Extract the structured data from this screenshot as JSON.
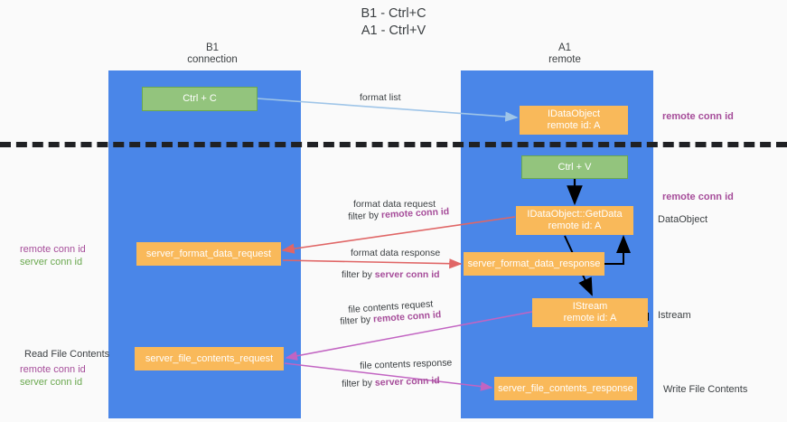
{
  "title": {
    "line1": "B1 - Ctrl+C",
    "line2": "A1 - Ctrl+V"
  },
  "columns": [
    {
      "name": "B1",
      "sub": "connection"
    },
    {
      "name": "A1",
      "sub": "remote"
    }
  ],
  "nodes": {
    "ctrl_c": {
      "label": "Ctrl + C",
      "color": "#93c47d"
    },
    "idataobject": {
      "label": "IDataObject",
      "sub": "remote id: A",
      "color": "#f9b95a"
    },
    "ctrl_v": {
      "label": "Ctrl + V",
      "color": "#93c47d"
    },
    "getdata": {
      "label": "IDataObject::GetData",
      "sub": "remote id: A",
      "color": "#f9b95a"
    },
    "sfd_request": {
      "label": "server_format_data_request",
      "color": "#f9b95a"
    },
    "sfd_response": {
      "label": "server_format_data_response",
      "color": "#f9b95a"
    },
    "istream": {
      "label": "IStream",
      "sub": "remote id: A",
      "color": "#f9b95a"
    },
    "sfc_request": {
      "label": "server_file_contents_request",
      "color": "#f9b95a"
    },
    "sfc_response": {
      "label": "server_file_contents_response",
      "color": "#f9b95a"
    }
  },
  "edges": {
    "format_list": {
      "label": "format list"
    },
    "format_data_req": {
      "label": "format data request",
      "filter_prefix": "filter by ",
      "filter_key": "remote conn id"
    },
    "format_data_resp": {
      "label": "format data response",
      "filter_prefix": "filter by ",
      "filter_key": "server conn id"
    },
    "file_contents_req": {
      "label": "file contents request",
      "filter_prefix": "filter by ",
      "filter_key": "remote conn id"
    },
    "file_contents_resp": {
      "label": "file contents response",
      "filter_prefix": "filter by ",
      "filter_key": "server conn id"
    }
  },
  "annotations": {
    "remote_conn_id_top": "remote conn id",
    "remote_conn_id_mid": "remote conn id",
    "dataobject": "DataObject",
    "istream": "Istream",
    "write_file_contents": "Write File Contents",
    "read_file_contents": "Read File Contents",
    "left_mid_remote": "remote conn id",
    "left_mid_server": "server conn id",
    "left_bot_remote": "remote conn id",
    "left_bot_server": "server conn id"
  },
  "colors": {
    "lane": "#4a86e8",
    "green_node": "#93c47d",
    "orange_node": "#f9b95a",
    "purple_text": "#a64d9a",
    "green_text": "#6aa84f",
    "red_arrow": "#e06666",
    "magenta_arrow": "#c264c2",
    "blue_arrow": "#9fc5e8",
    "black_arrow": "#000000",
    "background": "#fafafa"
  }
}
